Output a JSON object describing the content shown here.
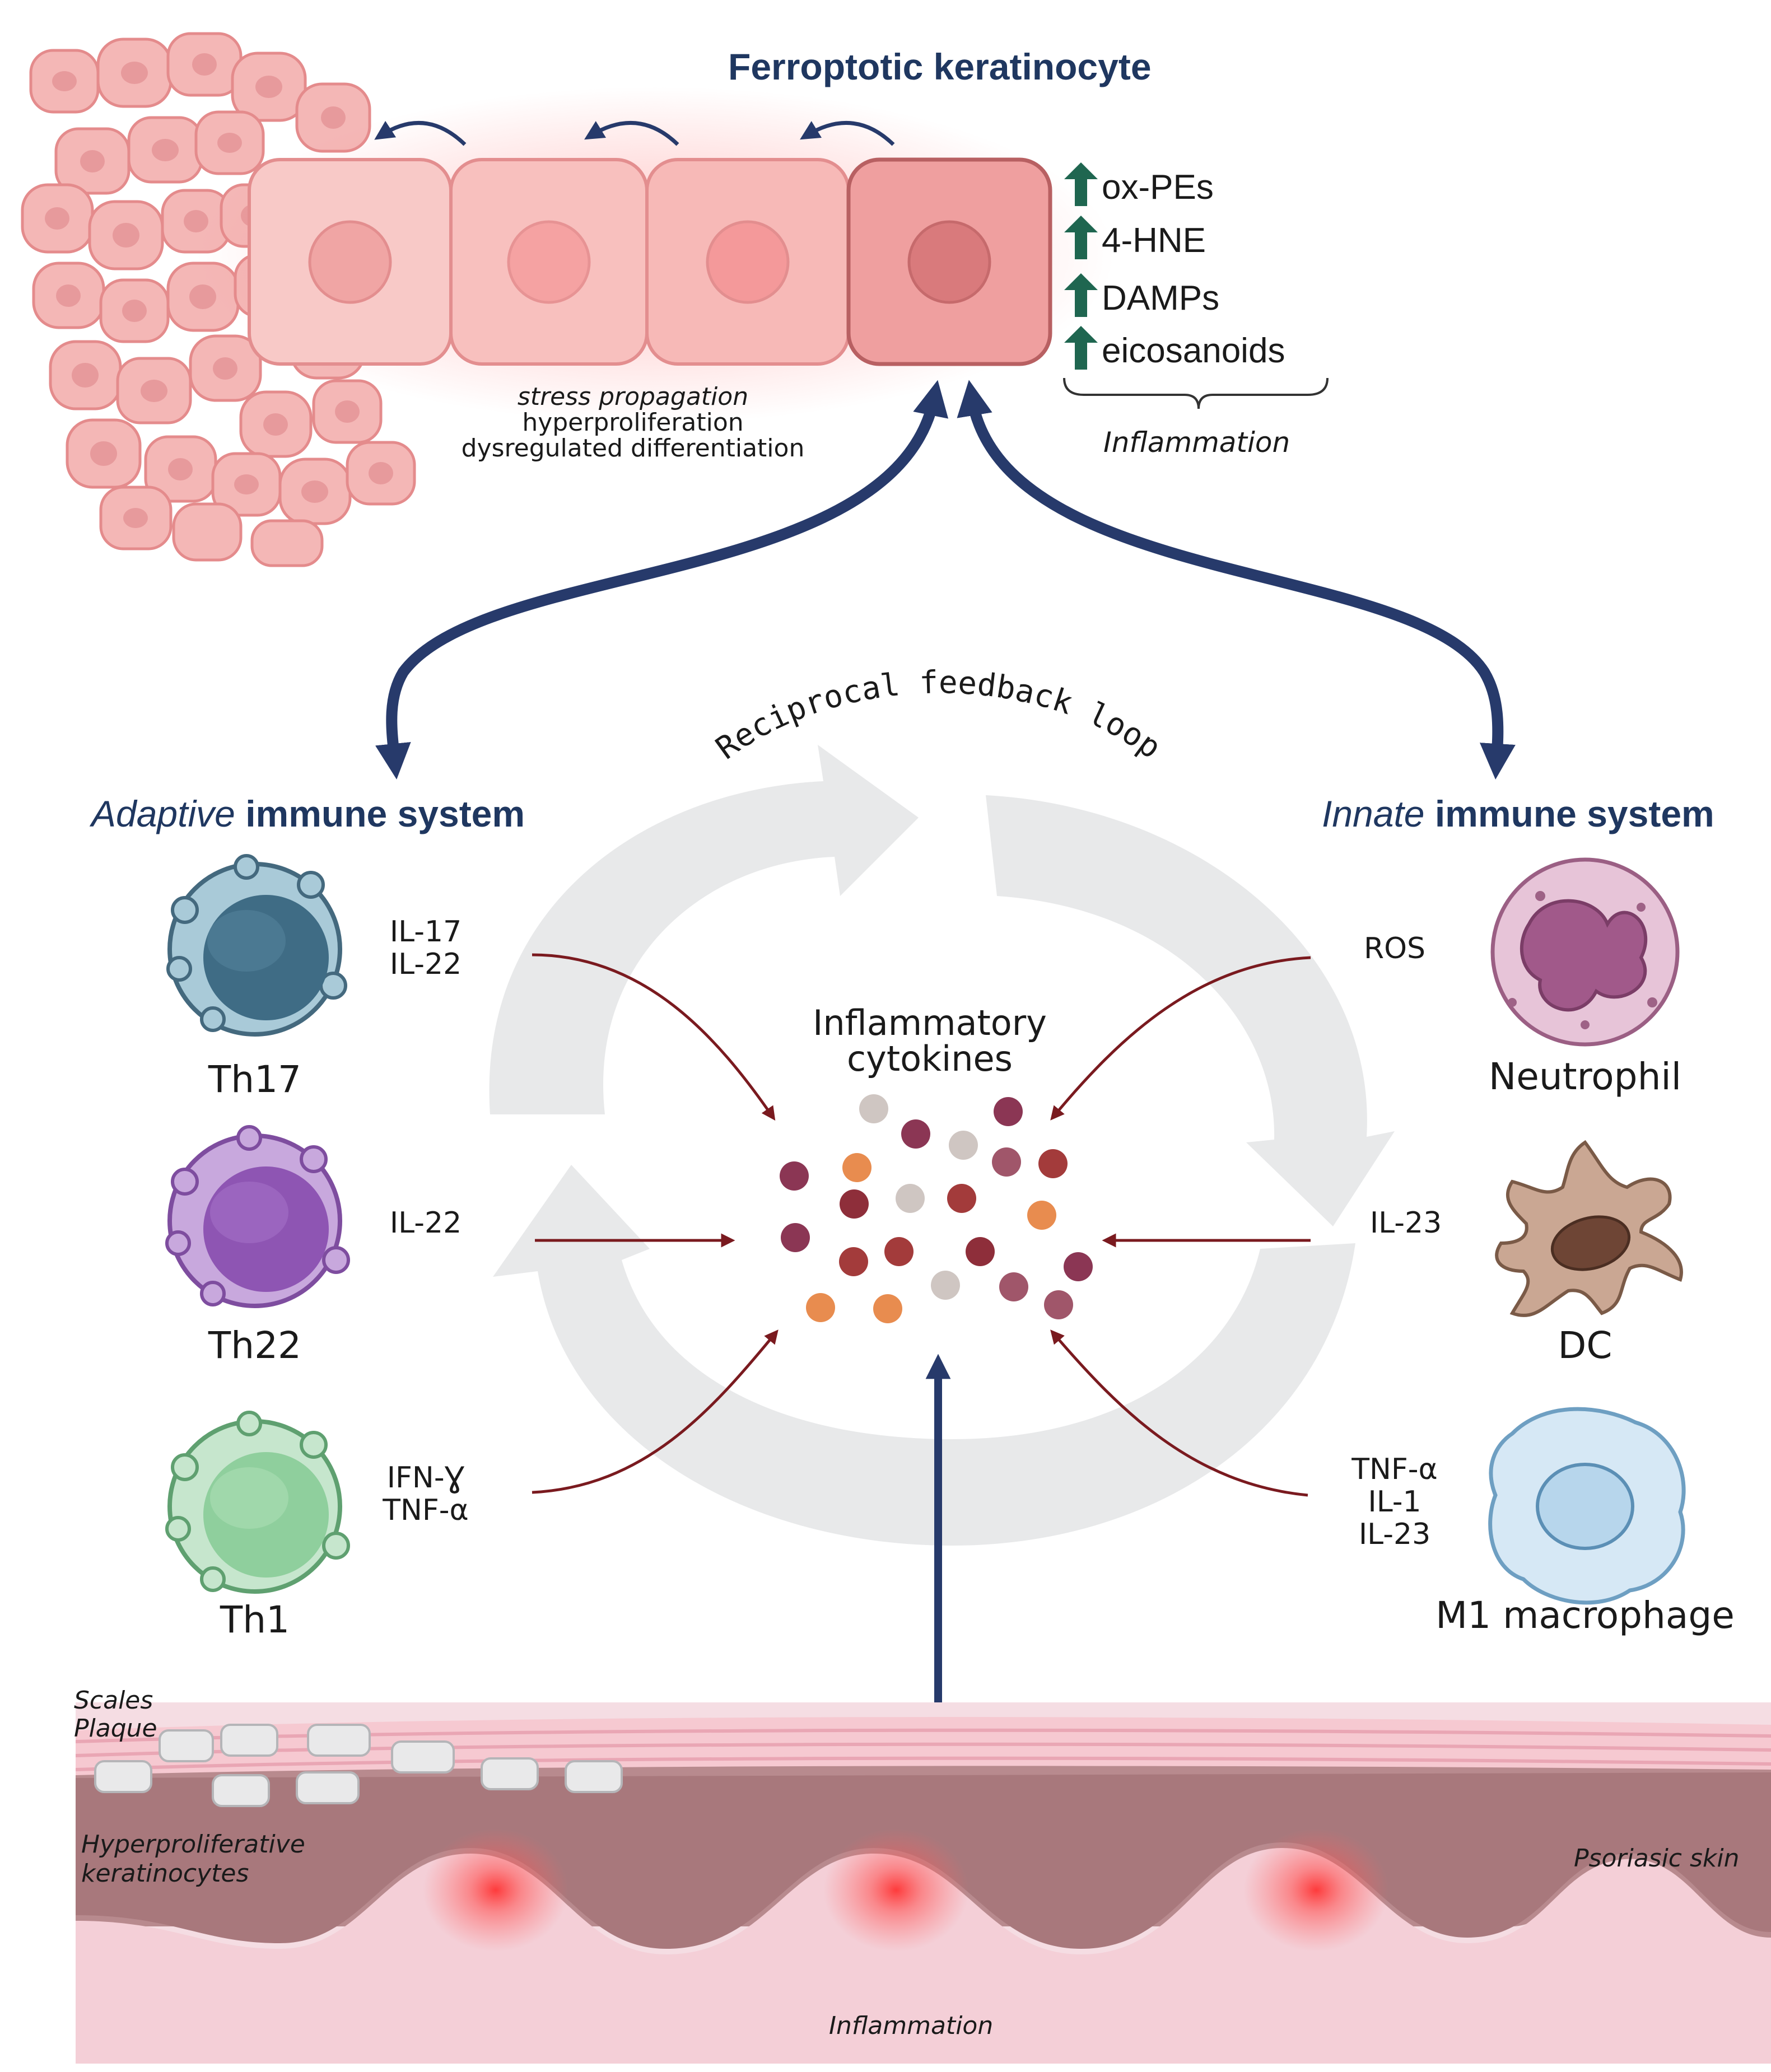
{
  "title": "Ferroptotic keratinocyte",
  "markers": [
    {
      "text": "ox-PEs"
    },
    {
      "text": "4-HNE"
    },
    {
      "text": "DAMPs"
    },
    {
      "text": "eicosanoids"
    }
  ],
  "markers_result": "Inflammation",
  "keratinocyte_notes": [
    "stress propagation",
    "hyperproliferation",
    "dysregulated differentiation"
  ],
  "loop_label": "Reciprocal feedback loop",
  "adaptive": {
    "title_italic": "Adaptive",
    "title_rest": "immune system",
    "cells": [
      {
        "name": "Th17",
        "cytokines": [
          "IL-17",
          "IL-22"
        ],
        "color": "#4f7c93"
      },
      {
        "name": "Th22",
        "cytokines": [
          "IL-22"
        ],
        "color": "#9b6abf"
      },
      {
        "name": "Th1",
        "cytokines": [
          "IFN-Ɣ",
          "TNF-α"
        ],
        "color": "#8fcf9d"
      }
    ]
  },
  "innate": {
    "title_italic": "Innate",
    "title_rest": "immune system",
    "cells": [
      {
        "name": "Neutrophil",
        "cytokines": [
          "ROS"
        ],
        "color": "#d8a4c2"
      },
      {
        "name": "DC",
        "cytokines": [
          "IL-23"
        ],
        "color": "#c9a28f"
      },
      {
        "name": "M1 macrophage",
        "cytokines": [
          "TNF-α",
          "IL-1",
          "IL-23"
        ],
        "color": "#b7d6ec"
      }
    ]
  },
  "center_label": [
    "Inflammatory",
    "cytokines"
  ],
  "skin": {
    "scales": "Scales",
    "plaque": "Plaque",
    "hyper": [
      "Hyperproliferative",
      "keratinocytes"
    ],
    "psoriasic": "Psoriasic skin",
    "inflammation": "Inflammation"
  },
  "colors": {
    "title_navy": "#1f3760",
    "arrow_navy": "#273a6b",
    "up_arrow_green": "#1f6650",
    "cytokine_arrow": "#7a1a1f",
    "loop_gray": "#e8e9ea",
    "keratinocyte": "#f7c4c2"
  }
}
